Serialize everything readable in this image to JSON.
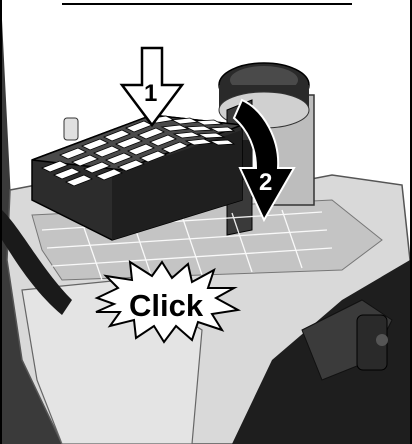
{
  "figure": {
    "steps": [
      {
        "number": "1",
        "action": "insert-filter"
      },
      {
        "number": "2",
        "action": "close-lid"
      }
    ],
    "callout": {
      "text": "Click"
    },
    "icons": {
      "arrow_1": "down-arrow-outline-icon",
      "arrow_2": "curved-arrow-black-icon",
      "burst": "starburst-icon"
    }
  }
}
